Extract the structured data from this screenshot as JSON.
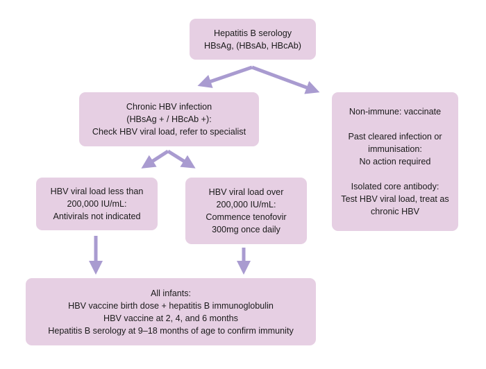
{
  "title": "Hepatitis B in pregnancy management flowchart",
  "colors": {
    "box_fill": "#e6cfe3",
    "arrow": "#a99bd0",
    "text": "#1a1a1a"
  },
  "nodes": {
    "serology": {
      "lines": [
        "Hepatitis B serology",
        "HBsAg, (HBsAb, HBcAb)"
      ]
    },
    "chronic": {
      "lines": [
        "Chronic HBV infection",
        "(HBsAg + / HBcAb +):",
        "Check HBV viral load, refer to specialist"
      ]
    },
    "other": {
      "groups": [
        [
          "Non-immune: vaccinate"
        ],
        [
          "Past cleared infection or",
          "immunisation:",
          "No action required"
        ],
        [
          "Isolated core antibody:",
          "Test HBV viral load, treat as",
          "chronic HBV"
        ]
      ]
    },
    "low": {
      "lines": [
        "HBV viral load less than",
        "200,000 IU/mL:",
        "Antivirals not indicated"
      ]
    },
    "high": {
      "lines": [
        "HBV viral load over",
        "200,000 IU/mL:",
        "Commence tenofovir",
        "300mg once daily"
      ]
    },
    "infants": {
      "lines": [
        "All infants:",
        "HBV vaccine birth dose + hepatitis B immunoglobulin",
        "HBV vaccine at 2, 4, and 6 months",
        "Hepatitis B serology at 9–18 months of age to confirm immunity"
      ]
    }
  },
  "edges": [
    {
      "from": "serology",
      "to": "chronic"
    },
    {
      "from": "serology",
      "to": "other"
    },
    {
      "from": "chronic",
      "to": "low"
    },
    {
      "from": "chronic",
      "to": "high"
    },
    {
      "from": "low",
      "to": "infants"
    },
    {
      "from": "high",
      "to": "infants"
    }
  ]
}
